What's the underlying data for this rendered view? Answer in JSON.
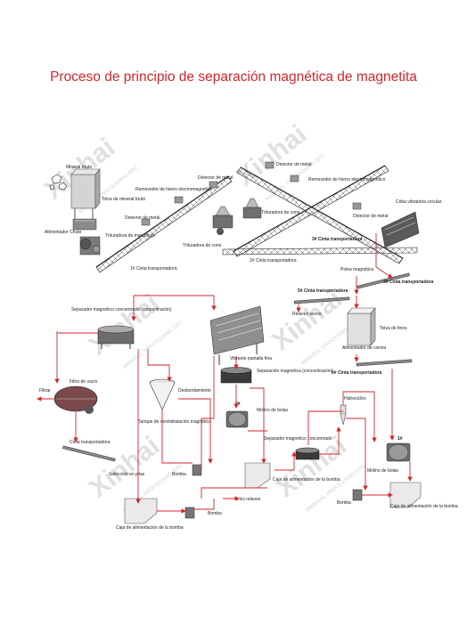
{
  "title": "Proceso de principio de separación magnética de magnetita",
  "watermark": {
    "brand": "Xinhai",
    "tagline": "MINERAL PROCESSING EPC"
  },
  "colors": {
    "title": "#d0262c",
    "flow_line": "#d0262c",
    "equipment": "#6a6a6a"
  },
  "labels": {
    "mineral_bruto": "Mineral bruto",
    "tolva_mineral_bruto": "Tolva de mineral bruto",
    "alimentador_chute": "Alimentador Chute",
    "trituradora_mandibula": "Trituradora de mandíbula",
    "removedor_hierro_1": "Removedor de hierro electromagnético",
    "detector_metal_1": "Detector de metal",
    "detector_metal_2": "Detector de metal",
    "cinta_1": "1# Cinta transportadora",
    "trituradora_cono_1": "Trituradora de cono",
    "detector_metal_3": "Detector de metal",
    "removedor_hierro_2": "Removedor de hierro electromagnético",
    "trituradora_cono_2": "Trituradora de cono",
    "detector_metal_4": "Detector de metal",
    "criba_vibratoria": "Criba vibratoria circular",
    "cinta_3": "3# Cinta transportadora",
    "cinta_2": "2# Cinta transportadora",
    "polea_magnetica": "Polea magnética",
    "cinta_4": "4# Cinta transportadora",
    "cinta_5": "5# Cinta transportadora",
    "relaves_secos": "Relaves secos",
    "tolva_finos": "Tolva de finos",
    "alimentador_correa": "Alimentador de correa",
    "cinta_6": "6# Cinta transportadora",
    "separador_concentrado_1": "Separador magnético concentrado (concentración)",
    "vibrante_pantalla": "Vibrante pantalla fina",
    "separacion_concentracion": "Separación magnética (concentración)",
    "filtrar": "Filtrar",
    "filtro_vacio": "Filtro de vacío",
    "desbordamiento": "Desbordamiento",
    "tanque_deshidratacion": "Tanque de deshidratación magnética",
    "molino_bolas_2": "Molino de bolas",
    "num_2": "2#",
    "hidrociclon": "Hidrociclón",
    "separador_concentrado_2": "Separador magnético concentrado",
    "num_1": "1#",
    "cinta_transportadora": "Cinta transportadora",
    "seleccion_pilas": "Selección en pilas",
    "bomba_1": "Bomba",
    "caja_alimentacion_1": "Caja de alimentación de la bomba",
    "molino_bolas_1": "Molino de bolas",
    "a_los_relaves": "A los relaves",
    "bomba_2": "Bomba",
    "caja_alimentacion_2": "Caja de alimentación de la bomba",
    "bomba_3": "Bomba",
    "caja_alimentacion_3": "Caja de alimentación de la bomba"
  }
}
